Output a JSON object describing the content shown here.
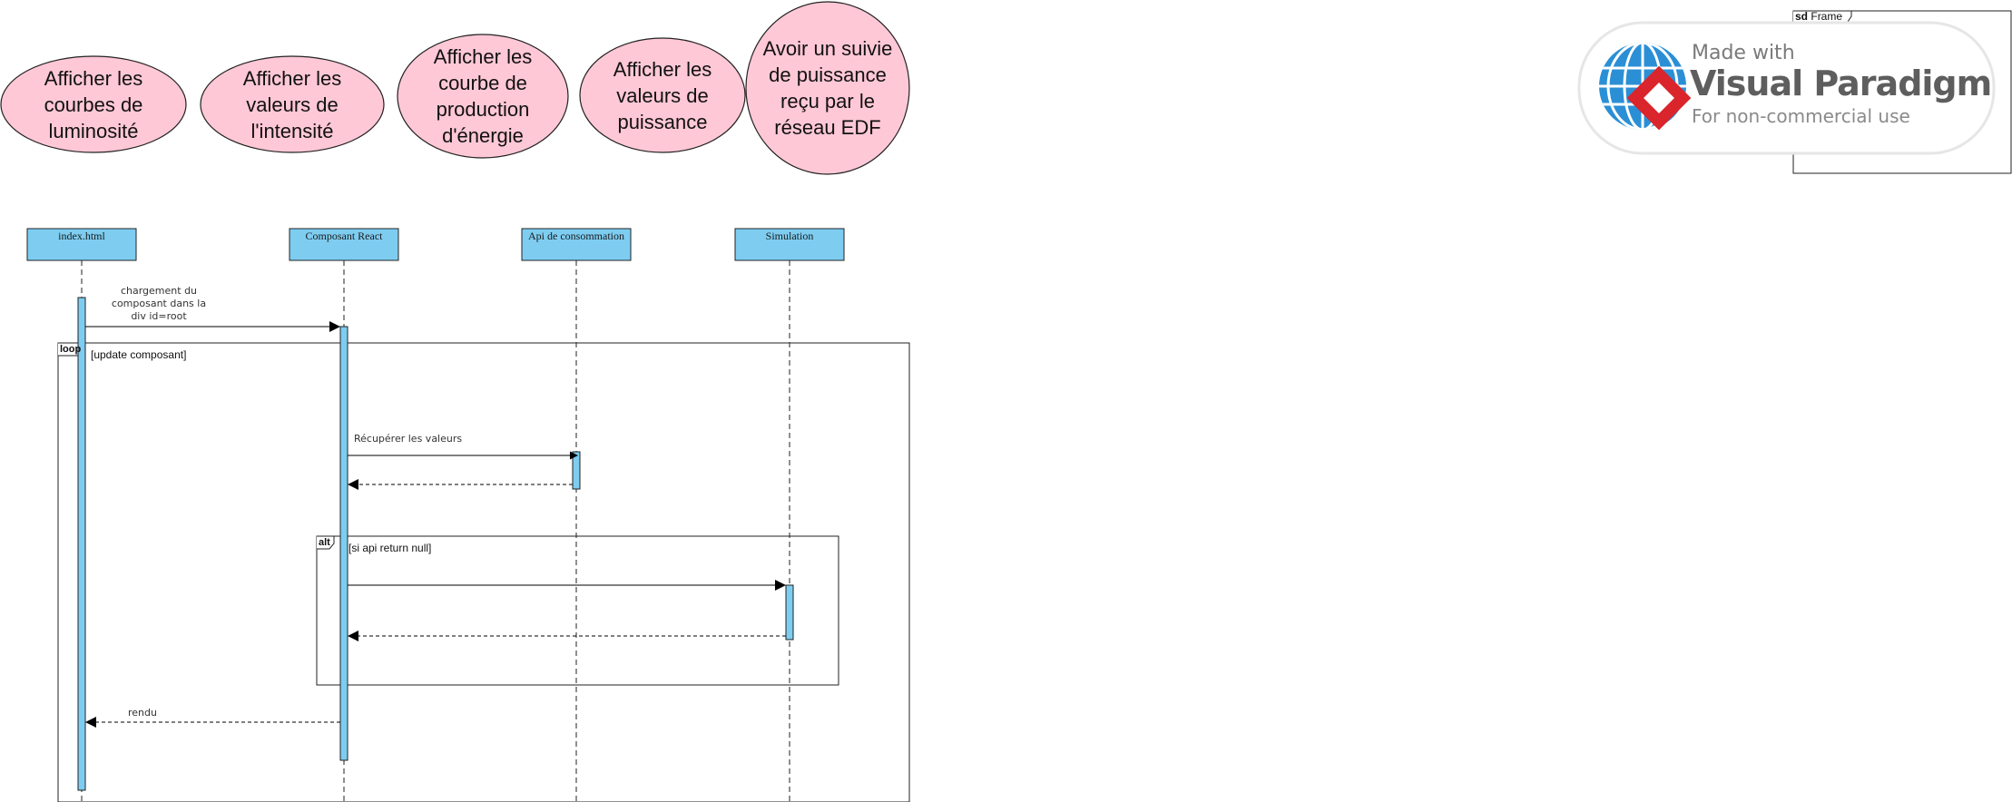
{
  "use_cases": [
    {
      "label": "Afficher les courbes de luminosité",
      "lines": [
        "Afficher les",
        "courbes de",
        "luminosité"
      ]
    },
    {
      "label": "Afficher les valeurs de l'intensité",
      "lines": [
        "Afficher les",
        "valeurs de",
        "l'intensité"
      ]
    },
    {
      "label": "Afficher les courbe de production d'énergie",
      "lines": [
        "Afficher les",
        "courbe de",
        "production",
        "d'énergie"
      ]
    },
    {
      "label": "Afficher les valeurs de puissance",
      "lines": [
        "Afficher les",
        "valeurs de",
        "puissance"
      ]
    },
    {
      "label": "Avoir un suivie de puissance reçu par le réseau EDF",
      "lines": [
        "Avoir un suivie",
        "de puissance",
        "reçu par le",
        "réseau EDF"
      ]
    }
  ],
  "lifelines": [
    {
      "name": "index.html"
    },
    {
      "name": "Composant React"
    },
    {
      "name": "Api de consommation"
    },
    {
      "name": "Simulation"
    }
  ],
  "messages": {
    "load": "chargement du composant dans la div id=root",
    "fetch": "Récupérer les valeurs",
    "render": "rendu"
  },
  "fragments": {
    "loop": {
      "operator": "loop",
      "guard": "[update  composant]"
    },
    "alt": {
      "operator": "alt",
      "guard": "[si api return null]"
    }
  },
  "sd_frame": {
    "keyword": "sd",
    "name": "Frame"
  },
  "watermark": {
    "made_with": "Made with",
    "brand": "Visual Paradigm",
    "sub": "For non-commercial use"
  },
  "colors": {
    "ellipse_fill": "#ffc8d6",
    "lifeline_fill": "#7ecdf1",
    "line": "#222222"
  }
}
